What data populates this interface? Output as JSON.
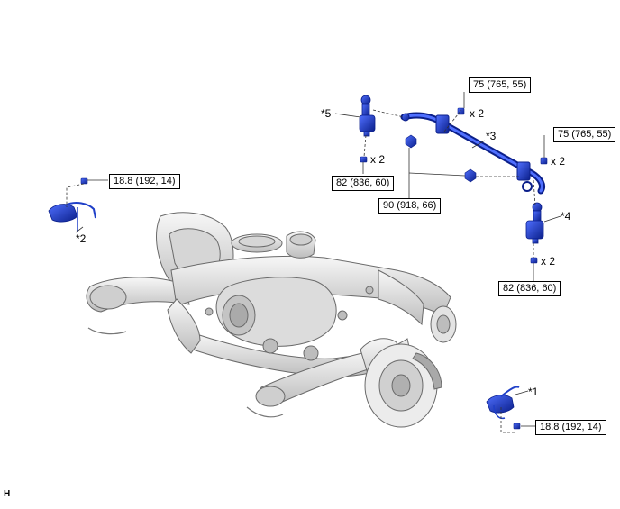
{
  "torque_specs": {
    "t1": "75 (765, 55)",
    "t2": "75 (765, 55)",
    "t3": "82 (836, 60)",
    "t4": "82 (836, 60)",
    "t5": "90 (918, 66)",
    "t6": "18.8 (192, 14)",
    "t7": "18.8 (192, 14)"
  },
  "callouts": {
    "c1": "*1",
    "c2": "*2",
    "c3": "*3",
    "c4": "*4",
    "c5": "*5"
  },
  "quantities": {
    "q1": "x 2",
    "q2": "x 2",
    "q3": "x 2",
    "q4": "x 2"
  },
  "corner_mark": "H",
  "colors": {
    "part_blue": "#1f3fc8",
    "part_dark": "#0b1f8a",
    "frame_light": "#e9e9e9",
    "frame_shade": "#9a9a9a",
    "line": "#333333"
  }
}
